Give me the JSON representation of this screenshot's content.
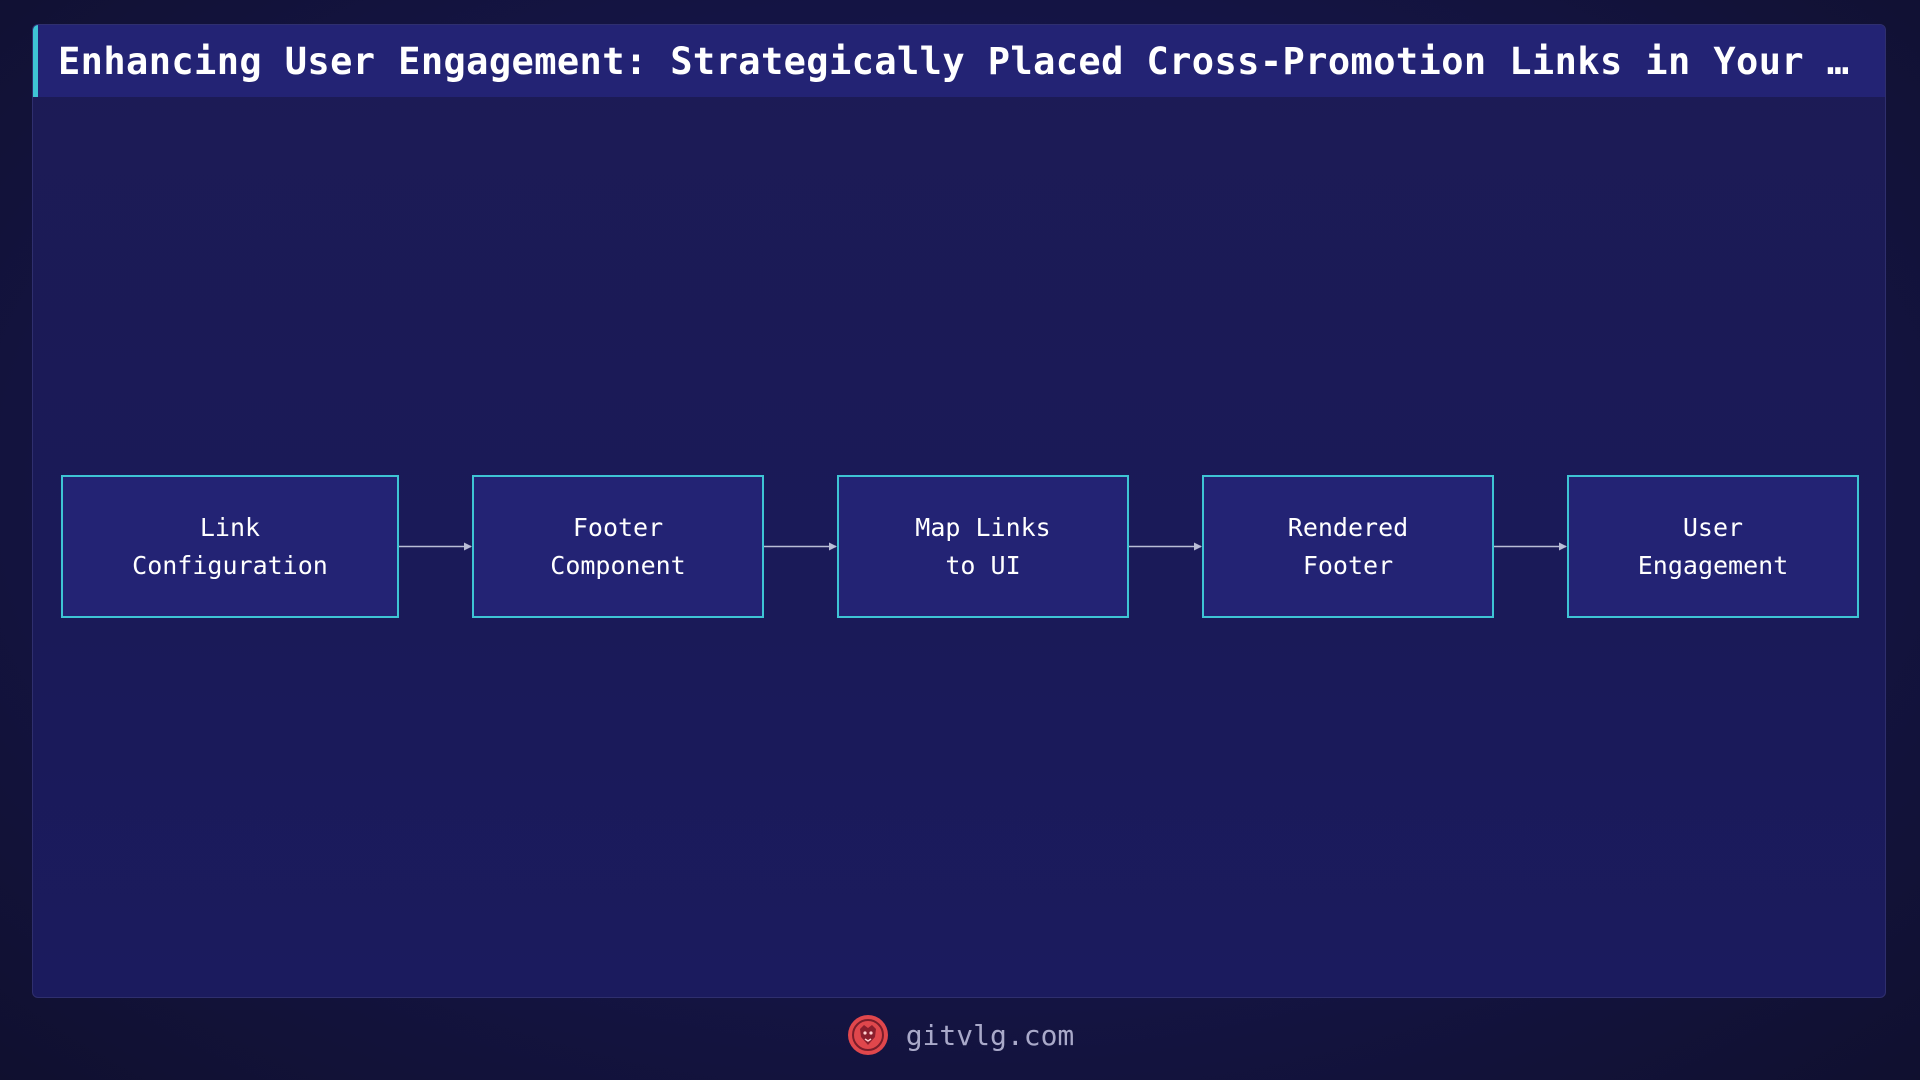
{
  "title": "Enhancing User Engagement: Strategically Placed Cross-Promotion Links in Your L…",
  "flow": {
    "nodes": [
      {
        "id": "link-configuration",
        "label": "Link\nConfiguration"
      },
      {
        "id": "footer-component",
        "label": "Footer\nComponent"
      },
      {
        "id": "map-links-to-ui",
        "label": "Map Links\nto UI"
      },
      {
        "id": "rendered-footer",
        "label": "Rendered\nFooter"
      },
      {
        "id": "user-engagement",
        "label": "User\nEngagement"
      }
    ],
    "edges": [
      {
        "from": "link-configuration",
        "to": "footer-component"
      },
      {
        "from": "footer-component",
        "to": "map-links-to-ui"
      },
      {
        "from": "map-links-to-ui",
        "to": "rendered-footer"
      },
      {
        "from": "rendered-footer",
        "to": "user-engagement"
      }
    ]
  },
  "footer": {
    "site": "gitvlg.com",
    "logo_icon": "lion-head-icon"
  },
  "colors": {
    "background": "#141443",
    "title_bar": "#232374",
    "node_fill": "#232374",
    "node_border": "#3ec4d4",
    "accent": "#3ec4d4",
    "arrow": "#b9bdd6",
    "logo": "#e0474c"
  }
}
